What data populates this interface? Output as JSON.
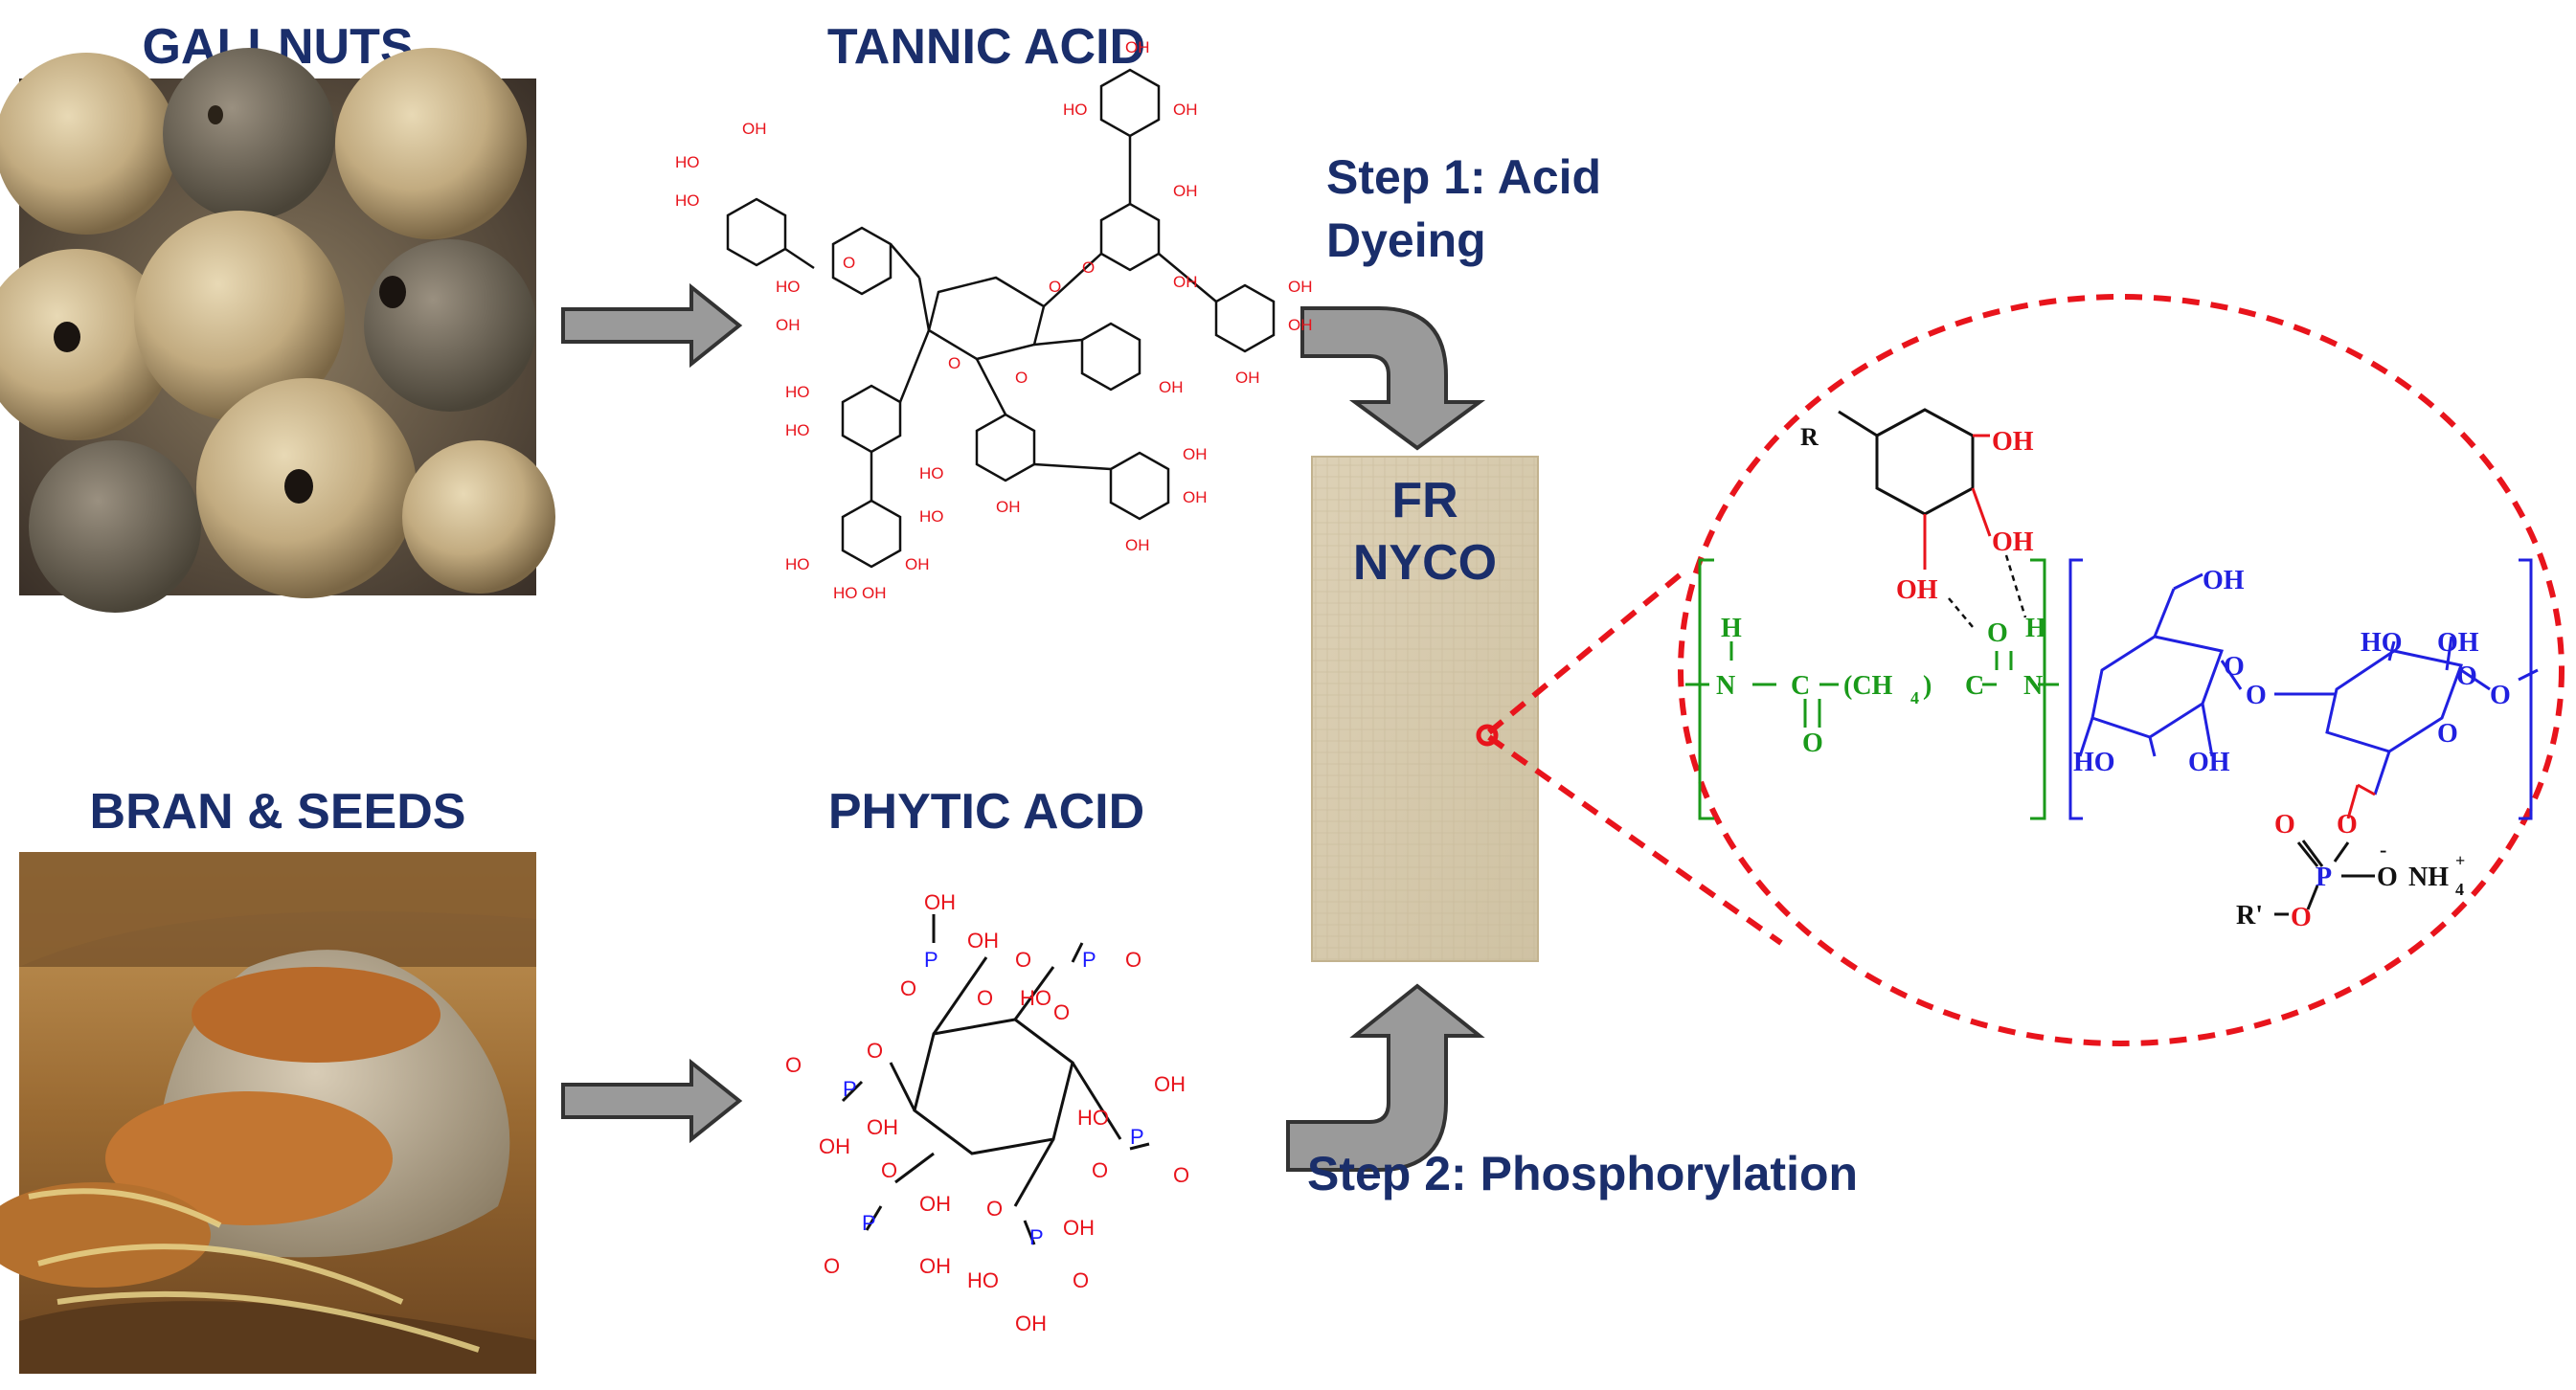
{
  "sources": {
    "gallnuts": "GALLNUTS",
    "bran": "BRAN & SEEDS"
  },
  "compounds": {
    "tannic": "TANNIC ACID",
    "phytic": "PHYTIC ACID"
  },
  "steps": {
    "step1_line1": "Step 1: Acid",
    "step1_line2": "Dyeing",
    "step2": "Step 2: Phosphorylation"
  },
  "fabric": {
    "line1": "FR",
    "line2": "NYCO"
  },
  "groups": {
    "oh": "OH",
    "ho": "HO",
    "o": "O",
    "p": "P",
    "h": "H",
    "n": "N",
    "c": "C",
    "r": "R",
    "r_prime": "R'",
    "ch2": "(CH",
    "sub4": "4",
    "close": ")",
    "nh": "NH",
    "plus": "+",
    "minus": "-"
  },
  "colors": {
    "title": "#1a2e6b",
    "oxygen": "#e8141c",
    "phosphorus": "#1a1aff",
    "nylon": "#1a9a1a",
    "cellulose": "#2020e0",
    "zoom": "#e8141c",
    "arrow": "#9a9a9a"
  }
}
